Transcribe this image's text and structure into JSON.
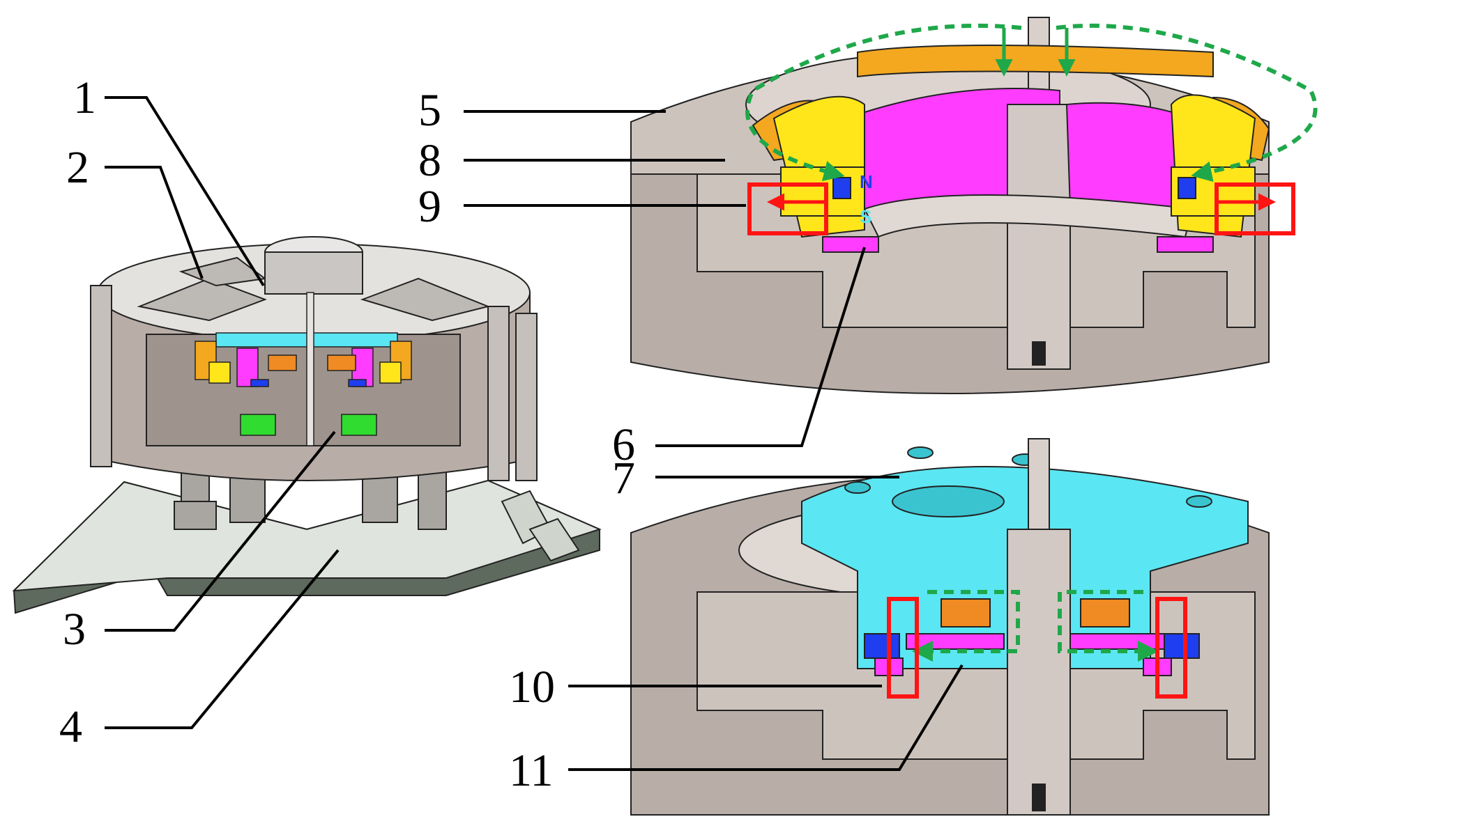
{
  "callouts": [
    "1",
    "2",
    "3",
    "4",
    "5",
    "6",
    "7",
    "8",
    "9",
    "10",
    "11"
  ],
  "poles": {
    "north": "N",
    "south": "S"
  },
  "colors": {
    "housing": "#cdc3bd",
    "housing_dark": "#9e938d",
    "housing_side": "#b8ada7",
    "magnet": "#ff3cff",
    "yoke_orange": "#f3a81f",
    "yoke_yellow": "#ffe61a",
    "plate_cyan": "#5ae6f2",
    "coil_orange": "#f08a22",
    "blue_ring": "#1e3ef0",
    "base": "#5e6a5e",
    "flux_green": "#1fa84a",
    "flux_red": "#ff1414",
    "green_part": "#2fdc2f"
  }
}
